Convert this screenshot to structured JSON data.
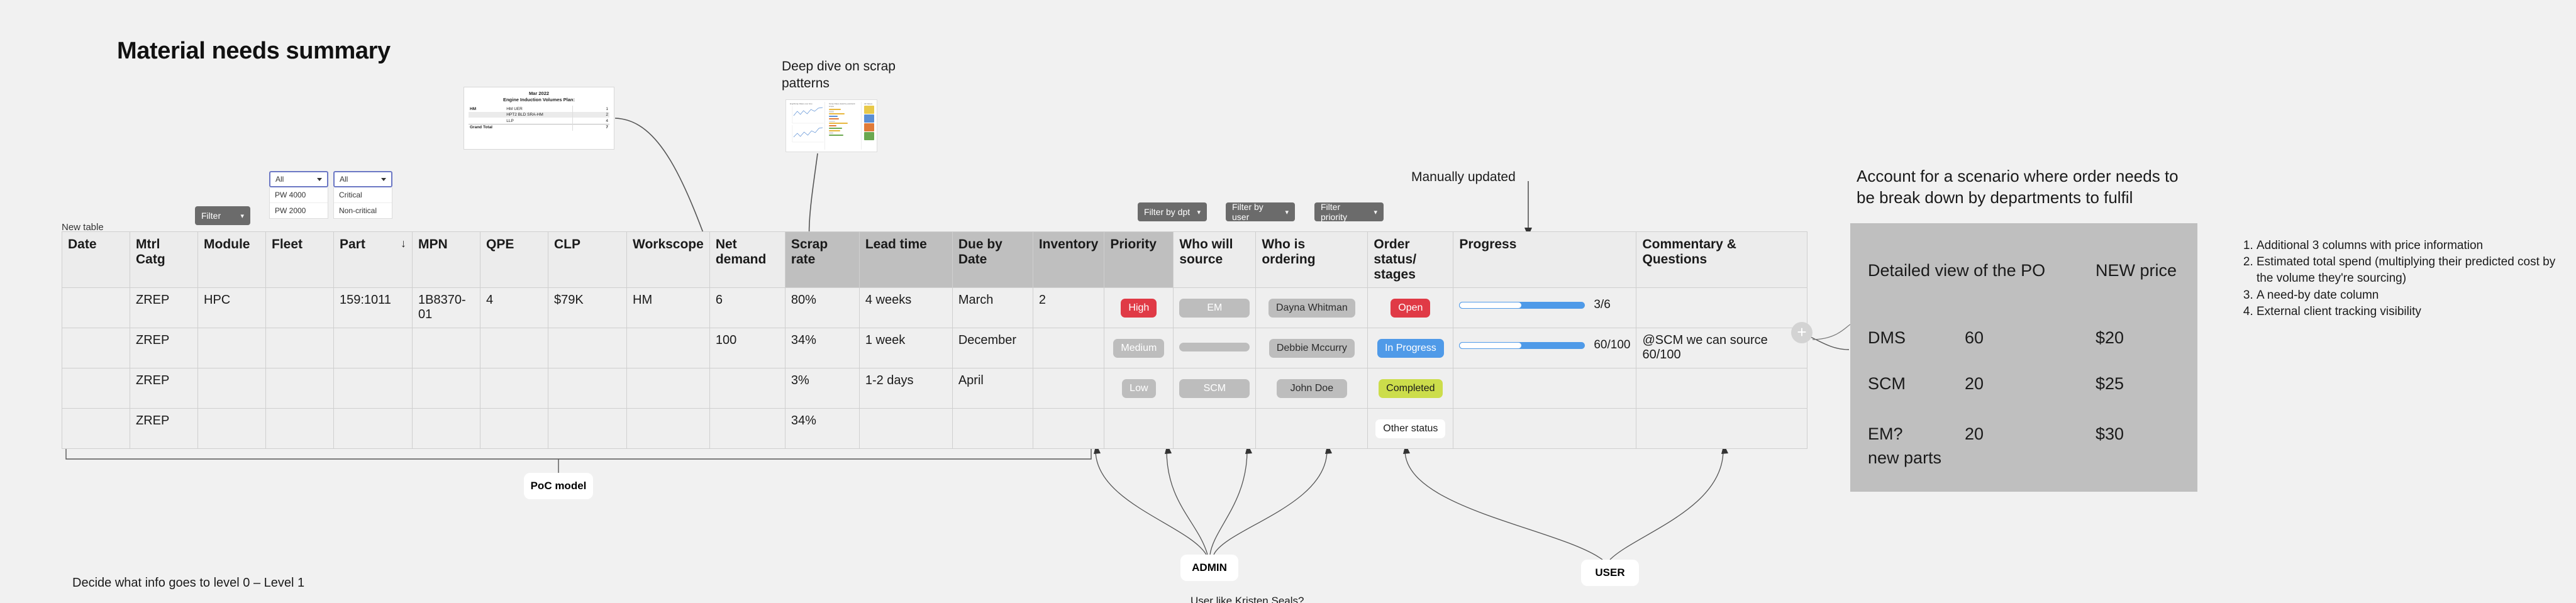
{
  "page_title": "Material needs summary",
  "annotations": {
    "scrap": "Deep dive on scrap patterns",
    "manually_updated": "Manually updated",
    "account_scenario": "Account for a scenario where order needs to be break down by departments to fulfil",
    "decide_levels": "Decide what info goes to level 0 – Level 1",
    "user_like": "User like Kristen Seals?"
  },
  "thumb_plan": {
    "title_line1": "Mar 2022",
    "title_line2": "Engine Induction Volumes Plan:",
    "group_label": "HM",
    "rows": [
      {
        "name": "HM UER",
        "value": "1"
      },
      {
        "name": "HPT2 BLD SRA-HM",
        "value": "2"
      },
      {
        "name": "LLP",
        "value": "4"
      }
    ],
    "total_label": "Grand Total",
    "total_value": "7"
  },
  "thumb_scrap": {
    "cap1": "Eng/Scrap Rates over time",
    "cap2": "Scrap Rates detail by part/work scope",
    "cap3": "All Values"
  },
  "left_filters": {
    "filter_button": "Filter",
    "fleet_select": {
      "value": "All",
      "options": [
        "PW 4000",
        "PW 2000"
      ]
    },
    "criticality_select": {
      "value": "All",
      "options": [
        "Critical",
        "Non-critical"
      ]
    }
  },
  "top_filters": [
    {
      "label": "Filter by dpt"
    },
    {
      "label": "Filter by user"
    },
    {
      "label": "Filter priority"
    }
  ],
  "table": {
    "label": "New table",
    "columns": [
      {
        "key": "date",
        "label": "Date",
        "highlight": false,
        "sort": ""
      },
      {
        "key": "mtrl",
        "label": "Mtrl Catg",
        "highlight": false,
        "sort": ""
      },
      {
        "key": "module",
        "label": "Module",
        "highlight": false,
        "sort": ""
      },
      {
        "key": "fleet",
        "label": "Fleet",
        "highlight": false,
        "sort": ""
      },
      {
        "key": "part",
        "label": "Part",
        "highlight": false,
        "sort": "↓"
      },
      {
        "key": "mpn",
        "label": "MPN",
        "highlight": false,
        "sort": ""
      },
      {
        "key": "qpe",
        "label": "QPE",
        "highlight": false,
        "sort": ""
      },
      {
        "key": "clp",
        "label": "CLP",
        "highlight": false,
        "sort": ""
      },
      {
        "key": "workscope",
        "label": "Workscope",
        "highlight": false,
        "sort": ""
      },
      {
        "key": "netdemand",
        "label": "Net demand",
        "highlight": false,
        "sort": ""
      },
      {
        "key": "scraprate",
        "label": "Scrap rate",
        "highlight": true,
        "sort": ""
      },
      {
        "key": "leadtime",
        "label": "Lead time",
        "highlight": true,
        "sort": ""
      },
      {
        "key": "dueby",
        "label": "Due by Date",
        "highlight": true,
        "sort": ""
      },
      {
        "key": "inventory",
        "label": "Inventory",
        "highlight": true,
        "sort": ""
      },
      {
        "key": "priority",
        "label": "Priority",
        "highlight": true,
        "sort": ""
      },
      {
        "key": "whosource",
        "label": "Who will source",
        "highlight": false,
        "sort": ""
      },
      {
        "key": "whoorder",
        "label": "Who is ordering",
        "highlight": false,
        "sort": ""
      },
      {
        "key": "orderstatus",
        "label": "Order status/ stages",
        "highlight": false,
        "sort": ""
      },
      {
        "key": "progress",
        "label": "Progress",
        "highlight": false,
        "sort": ""
      },
      {
        "key": "commentary",
        "label": "Commentary & Questions",
        "highlight": false,
        "sort": ""
      }
    ],
    "rows": [
      {
        "date": "",
        "mtrl": "ZREP",
        "module": "HPC",
        "fleet": "",
        "part": "159:1011",
        "mpn": "1B8370-01",
        "qpe": "4",
        "clp": "$79K",
        "workscope": "HM",
        "netdemand": "6",
        "scraprate": "80%",
        "leadtime": "4 weeks",
        "dueby": "March",
        "inventory": "2",
        "priority": {
          "text": "High",
          "style": "red"
        },
        "whosource": {
          "text": "EM",
          "style": "gray"
        },
        "whoorder": {
          "text": "Dayna Whitman",
          "style": "graydk"
        },
        "orderstatus": {
          "text": "Open",
          "style": "red"
        },
        "progress": {
          "text": "3/6",
          "percent": 50
        },
        "commentary": ""
      },
      {
        "date": "",
        "mtrl": "ZREP",
        "module": "",
        "fleet": "",
        "part": "",
        "mpn": "",
        "qpe": "",
        "clp": "",
        "workscope": "",
        "netdemand": "100",
        "scraprate": "34%",
        "leadtime": "1 week",
        "dueby": "December",
        "inventory": "",
        "priority": {
          "text": "Medium",
          "style": "gray"
        },
        "whosource": {
          "text": "",
          "style": "gray"
        },
        "whoorder": {
          "text": "Debbie Mccurry",
          "style": "graydk"
        },
        "orderstatus": {
          "text": "In  Progress",
          "style": "blue"
        },
        "progress": {
          "text": "60/100",
          "percent": 50
        },
        "commentary": "@SCM we can source 60/100"
      },
      {
        "date": "",
        "mtrl": "ZREP",
        "module": "",
        "fleet": "",
        "part": "",
        "mpn": "",
        "qpe": "",
        "clp": "",
        "workscope": "",
        "netdemand": "",
        "scraprate": "3%",
        "leadtime": "1-2 days",
        "dueby": "April",
        "inventory": "",
        "priority": {
          "text": "Low",
          "style": "gray"
        },
        "whosource": {
          "text": "SCM",
          "style": "gray"
        },
        "whoorder": {
          "text": "John Doe",
          "style": "graydk"
        },
        "orderstatus": {
          "text": "Completed",
          "style": "lime"
        },
        "progress": {
          "text": "",
          "percent": 0
        },
        "commentary": ""
      },
      {
        "date": "",
        "mtrl": "ZREP",
        "module": "",
        "fleet": "",
        "part": "",
        "mpn": "",
        "qpe": "",
        "clp": "",
        "workscope": "",
        "netdemand": "",
        "scraprate": "34%",
        "leadtime": "",
        "dueby": "",
        "inventory": "",
        "priority": {
          "text": "",
          "style": "none"
        },
        "whosource": {
          "text": "",
          "style": "none"
        },
        "whoorder": {
          "text": "",
          "style": "none"
        },
        "orderstatus": {
          "text": "Other status",
          "style": "white"
        },
        "progress": {
          "text": "",
          "percent": 0
        },
        "commentary": ""
      }
    ]
  },
  "po_card": {
    "header_detail": "Detailed view of the PO",
    "header_price": "NEW price",
    "rows": [
      {
        "dept": "DMS",
        "qty": "60",
        "price": "$20",
        "extra": ""
      },
      {
        "dept": "SCM",
        "qty": "20",
        "price": "$25",
        "extra": ""
      },
      {
        "dept": "EM?",
        "qty": "20",
        "price": "$30",
        "extra": "new parts"
      }
    ]
  },
  "requirements": [
    "Additional 3 columns with price information",
    "Estimated total spend (multiplying their predicted cost by the volume they're sourcing)",
    "A need-by date column",
    "External client tracking visibility"
  ],
  "pills": {
    "poc": "PoC model",
    "admin": "ADMIN",
    "user": "USER"
  },
  "colors": {
    "canvas": "#f1f1f1",
    "accent_red": "#e03a46",
    "accent_blue": "#4f9ae8",
    "accent_lime": "#ccdd4b",
    "gray_badge": "#bdbdbd",
    "header_highlight": "#bfbfbf",
    "select_border": "#6b77c4"
  }
}
